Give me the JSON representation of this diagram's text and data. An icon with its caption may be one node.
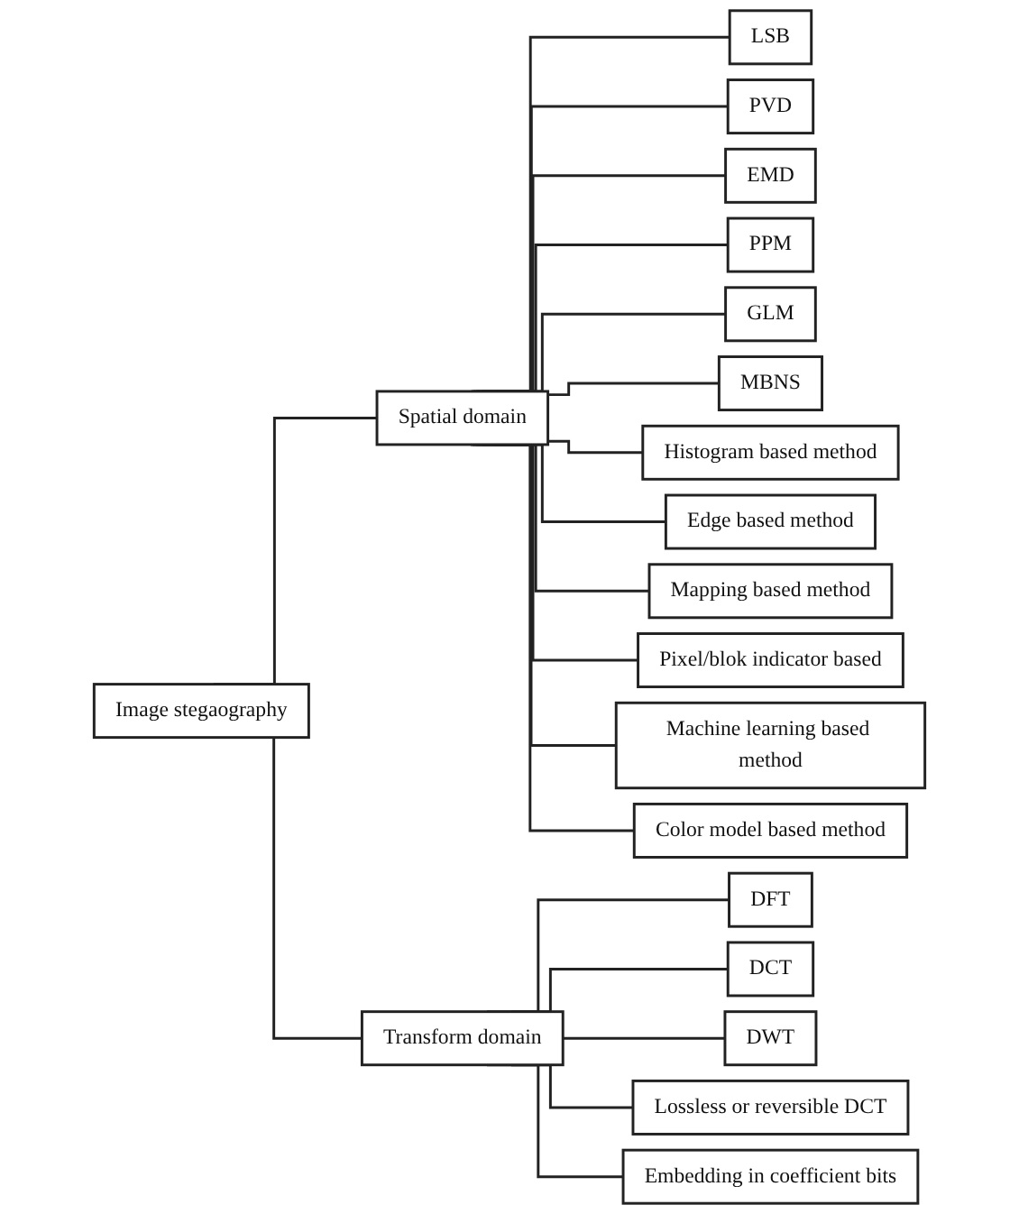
{
  "diagram": {
    "nodes": [
      {
        "text": [
          "Image stegaography"
        ]
      },
      {
        "text": [
          "Spatial domain"
        ]
      },
      {
        "text": [
          "Transform domain"
        ]
      },
      {
        "text": [
          "LSB"
        ]
      },
      {
        "text": [
          "PVD"
        ]
      },
      {
        "text": [
          "EMD"
        ]
      },
      {
        "text": [
          "PPM"
        ]
      },
      {
        "text": [
          "GLM"
        ]
      },
      {
        "text": [
          "MBNS"
        ]
      },
      {
        "text": [
          "Histogram based method"
        ]
      },
      {
        "text": [
          "Edge based method"
        ]
      },
      {
        "text": [
          "Mapping based method"
        ]
      },
      {
        "text": [
          "Pixel/blok indicator based"
        ]
      },
      {
        "text": [
          "Machine learning based method"
        ]
      },
      {
        "text": [
          "Color model based method"
        ]
      },
      {
        "text": [
          "DFT"
        ]
      },
      {
        "text": [
          "DCT"
        ]
      },
      {
        "text": [
          "DWT"
        ]
      },
      {
        "text": [
          "Lossless or reversible DCT"
        ]
      },
      {
        "text": [
          "Embedding in coefficient bits"
        ]
      }
    ],
    "edges": [
      {
        "from": 0,
        "to": 1,
        "arrow": "none"
      },
      {
        "from": 0,
        "to": 2,
        "arrow": "none"
      },
      {
        "from": 1,
        "to": 3,
        "arrow": "none"
      },
      {
        "from": 1,
        "to": 4,
        "arrow": "none"
      },
      {
        "from": 1,
        "to": 5,
        "arrow": "none"
      },
      {
        "from": 1,
        "to": 6,
        "arrow": "none"
      },
      {
        "from": 1,
        "to": 7,
        "arrow": "none"
      },
      {
        "from": 1,
        "to": 8,
        "arrow": "none"
      },
      {
        "from": 1,
        "to": 9,
        "arrow": "none"
      },
      {
        "from": 1,
        "to": 10,
        "arrow": "none"
      },
      {
        "from": 1,
        "to": 11,
        "arrow": "none"
      },
      {
        "from": 1,
        "to": 12,
        "arrow": "none"
      },
      {
        "from": 1,
        "to": 13,
        "arrow": "none"
      },
      {
        "from": 1,
        "to": 14,
        "arrow": "none"
      },
      {
        "from": 2,
        "to": 15,
        "arrow": "none"
      },
      {
        "from": 2,
        "to": 16,
        "arrow": "none"
      },
      {
        "from": 2,
        "to": 17,
        "arrow": "none"
      },
      {
        "from": 2,
        "to": 18,
        "arrow": "none"
      },
      {
        "from": 2,
        "to": 19,
        "arrow": "none"
      }
    ]
  }
}
